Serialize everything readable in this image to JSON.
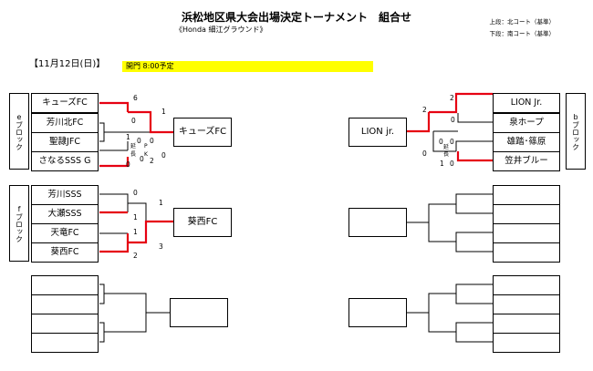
{
  "header": {
    "title": "浜松地区県大会出場決定トーナメント　組合せ",
    "subtitle": "《Honda 細江グラウンド》",
    "court_top": "上段：北コート（基準）",
    "court_bottom": "下段：南コート（基準）"
  },
  "date": "【11月12日(日)】",
  "notice": "開門  8:00予定",
  "blocks": {
    "e": {
      "label": "eブロック",
      "teams": [
        "キューズFC",
        "芳川北FC",
        "聖隷JFC",
        "さなるSSS  G"
      ],
      "winner": "キューズFC",
      "scores": {
        "s1a": "6",
        "s1b": "0",
        "s2a": "1",
        "s2b": "0",
        "f_top": "1",
        "f_bottom": "0",
        "pk_a": "0",
        "pk_b": "0",
        "pk_c": "0",
        "pk_d": "2",
        "ot": "延",
        "ot2": "長",
        "pk": "P",
        "pk2": "K"
      }
    },
    "b": {
      "label": "bブロック",
      "teams": [
        "LION Jr.",
        "泉ホープ",
        "雄踏･篠原",
        "笠井ブルー"
      ],
      "winner": "LION  jr.",
      "scores": {
        "s1a": "2",
        "s1b": "0",
        "s2a": "0",
        "s2b": "0",
        "f_top": "2",
        "f_bottom": "0",
        "pk_a": "0",
        "pk_b": "1",
        "pk_c": "0",
        "ot": "延",
        "ot2": "長"
      }
    },
    "f": {
      "label": "fブロック",
      "teams": [
        "芳川SSS",
        "大瀬SSS",
        "天竜FC",
        "葵西FC"
      ],
      "winner": "葵西FC",
      "scores": {
        "s1a": "0",
        "s1b": "1",
        "s2a": "1",
        "s2b": "2",
        "f_top": "1",
        "f_bottom": "3"
      }
    }
  }
}
